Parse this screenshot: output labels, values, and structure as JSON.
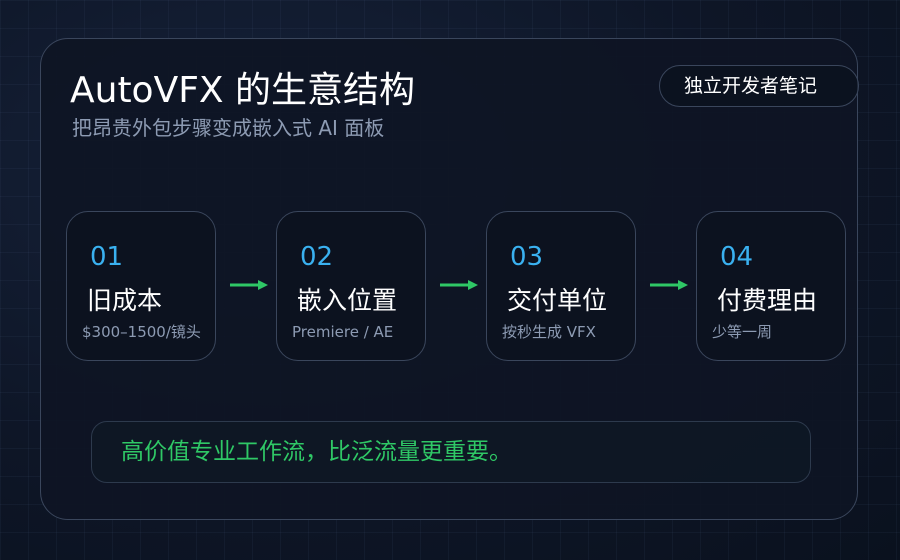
{
  "header": {
    "title": "AutoVFX 的生意结构",
    "subtitle": "把昂贵外包步骤变成嵌入式 AI 面板",
    "badge": "独立开发者笔记"
  },
  "steps": [
    {
      "number": "01",
      "name": "旧成本",
      "desc": "$300–1500/镜头"
    },
    {
      "number": "02",
      "name": "嵌入位置",
      "desc": "Premiere / AE"
    },
    {
      "number": "03",
      "name": "交付单位",
      "desc": "按秒生成 VFX"
    },
    {
      "number": "04",
      "name": "付费理由",
      "desc": "少等一周"
    }
  ],
  "callout": {
    "text": "高价值专业工作流，比泛流量更重要。"
  },
  "colors": {
    "accent_blue": "#3ab1f0",
    "accent_green": "#2fc866",
    "border": "#3a465c",
    "muted_text": "#8d9bb3"
  },
  "icons": {
    "flow_arrow": "arrow-right-icon"
  }
}
